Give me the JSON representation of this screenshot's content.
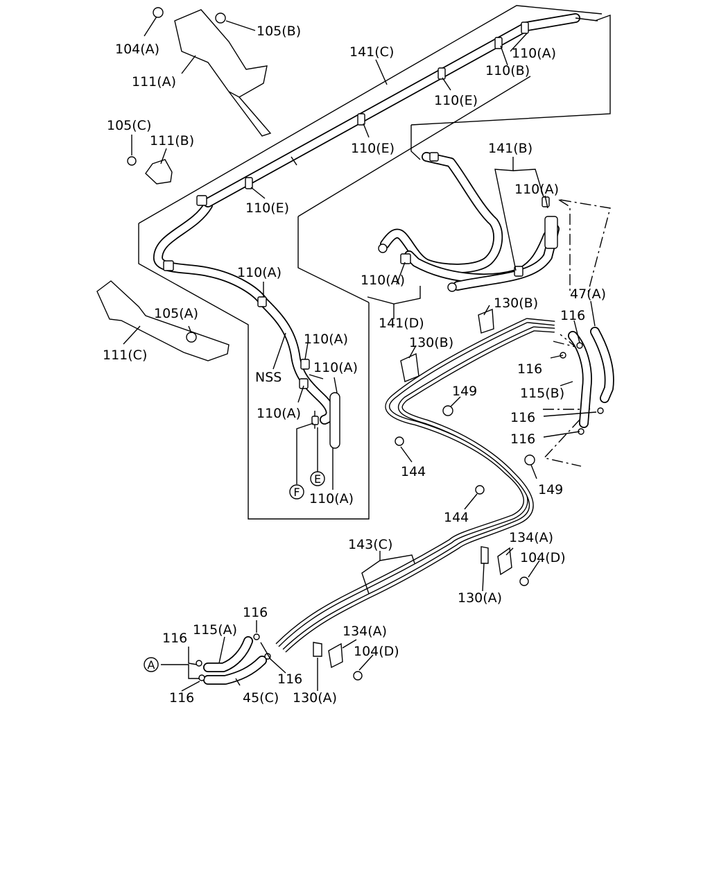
{
  "labels": {
    "l104a": "104(A)",
    "l105b": "105(B)",
    "l111a": "111(A)",
    "l141c": "141(C)",
    "l110a_top": "110(A)",
    "l110b": "110(B)",
    "l110e_1": "110(E)",
    "l110e_2": "110(E)",
    "l110e_3": "110(E)",
    "l105c": "105(C)",
    "l111b": "111(B)",
    "l141b": "141(B)",
    "l110a_rt": "110(A)",
    "l110a_mid": "110(A)",
    "l110a_141d": "110(A)",
    "l141d": "141(D)",
    "l105a": "105(A)",
    "l111c": "111(C)",
    "l130b_1": "130(B)",
    "l116_1": "116",
    "l47a": "47(A)",
    "l110a_n1": "110(A)",
    "l110a_n2": "110(A)",
    "lnss": "NSS",
    "l110a_n3": "110(A)",
    "l110a_n4": "110(A)",
    "l130b_2": "130(B)",
    "l116_2": "116",
    "l149_1": "149",
    "l115b": "115(B)",
    "l116_3": "116",
    "l116_4": "116",
    "l144_1": "144",
    "l149_2": "149",
    "l144_2": "144",
    "l143c": "143(C)",
    "l134a_1": "134(A)",
    "l104d_1": "104(D)",
    "l130a_1": "130(A)",
    "l116_5": "116",
    "l115a": "115(A)",
    "l116_6": "116",
    "l134a_2": "134(A)",
    "l104d_2": "104(D)",
    "l116_7": "116",
    "l45c": "45(C)",
    "l130a_2": "130(A)",
    "l116_8": "116"
  },
  "refs": {
    "ref_a": "A",
    "ref_e": "E",
    "ref_f": "F"
  }
}
